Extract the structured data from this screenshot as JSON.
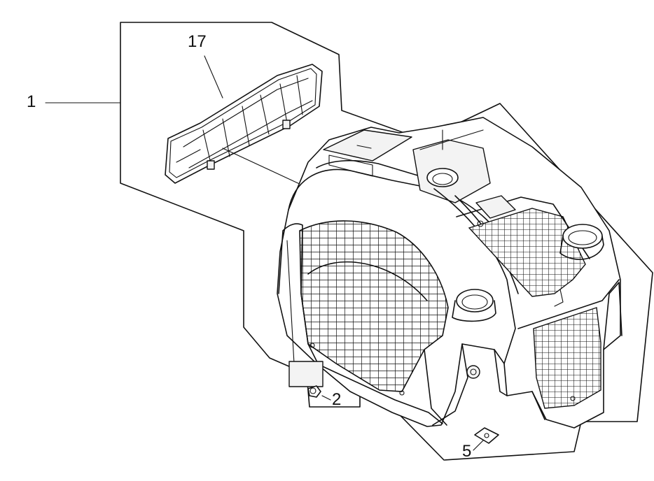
{
  "callouts": {
    "assembly": "1",
    "handle": "17",
    "screw": "2",
    "clip": "5"
  }
}
